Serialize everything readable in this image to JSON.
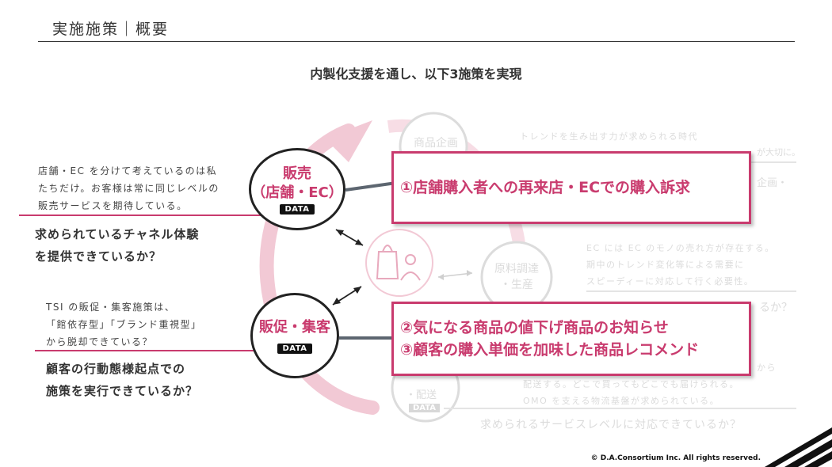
{
  "header": {
    "title": "実施施策｜概要"
  },
  "subtitle": "内製化支援を通し、以下3施策を実現",
  "left": {
    "quote1": [
      "店舗・EC を分けて考えているのは私",
      "たちだけ。お客様は常に同じレベルの",
      "販売サービスを期待している。"
    ],
    "question1": [
      "求められているチャネル体験",
      "を提供できているか？"
    ],
    "quote2": [
      "TSI の販促・集客施策は、",
      "「館依存型」「ブランド重視型」",
      "から脱却できている？"
    ],
    "question2": [
      "顧客の行動態様起点での",
      "施策を実行できているか？"
    ]
  },
  "circles": {
    "sales": {
      "lines": [
        "販売",
        "（店舗・EC）"
      ],
      "badge": "DATA"
    },
    "promo": {
      "lines": [
        "販促・集客"
      ],
      "badge": "DATA"
    }
  },
  "callouts": {
    "first": "①店舗購入者への再来店・ECでの購入訴求",
    "second": "②気になる商品の値下げ商品のお知らせ",
    "third": "③顧客の購入単価を加味した商品レコメンド"
  },
  "background": {
    "circle_planning": "商品企画",
    "circle_procure": [
      "原料調達",
      "・生産"
    ],
    "circle_logistics": [
      "・配送"
    ],
    "badge": "DATA",
    "text1": [
      "トレンドを生み出す力が求められる時代",
      "が大切に。"
    ],
    "text1b": "企画・",
    "text2": [
      "EC には EC のモノの売れ方が存在する。",
      "期中のトレンド変化等による需要に",
      "スピーディーに対応して行く必要性。"
    ],
    "text2q": "るか？",
    "text3": [
      "から",
      "配送する。どこで買ってもどこでも届けられる。",
      "OMO を支える物流基盤が求められている。"
    ],
    "text3q": "求められるサービスレベルに対応できているか？"
  },
  "footer": {
    "copyright": "© D.A.Consortium Inc. All rights reserved."
  },
  "colors": {
    "accent": "#c93b6e",
    "connector": "#5d6670"
  }
}
